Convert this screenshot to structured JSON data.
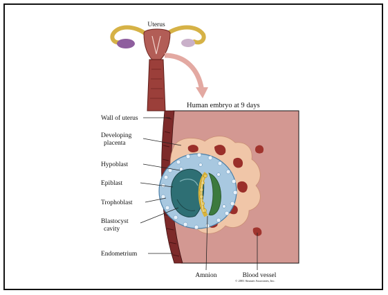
{
  "labels": {
    "uterus": "Uterus",
    "heading": "Human embryo at 9 days",
    "wall_of_uterus": "Wall of uterus",
    "developing_placenta_1": "Developing",
    "developing_placenta_2": "placenta",
    "hypoblast": "Hypoblast",
    "epiblast": "Epiblast",
    "trophoblast": "Trophoblast",
    "blastocyst_cavity_1": "Blastocyst",
    "blastocyst_cavity_2": "cavity",
    "endometrium": "Endometrium",
    "amnion": "Amnion",
    "blood_vessel": "Blood vessel",
    "copyright": "© 2001 Sinauer Associates, Inc."
  },
  "colors": {
    "uterus_wall": "#d39892",
    "wall_band": "#7d2a2a",
    "placenta": "#f0c6a8",
    "blood_vessel": "#a0342e",
    "trophoblast": "#a8c8e0",
    "blastocyst_teal": "#2e6f74",
    "epiblast_yellow": "#d8b33c",
    "amnion_green": "#3c7a3e",
    "ovary_purple": "#8e5e9e"
  }
}
